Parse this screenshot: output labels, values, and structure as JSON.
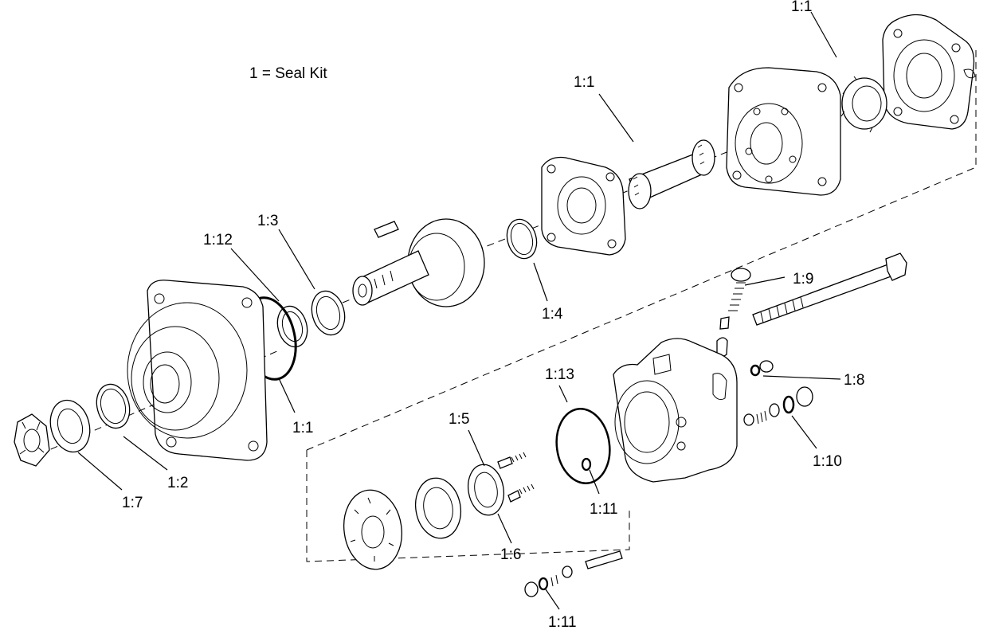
{
  "legend": {
    "text": "1 = Seal Kit"
  },
  "callouts": [
    {
      "id": "c-1-1-top",
      "text": "1:1"
    },
    {
      "id": "c-1-1-rotor",
      "text": "1:1"
    },
    {
      "id": "c-1-3",
      "text": "1:3"
    },
    {
      "id": "c-1-12",
      "text": "1:12"
    },
    {
      "id": "c-1-4",
      "text": "1:4"
    },
    {
      "id": "c-1-9",
      "text": "1:9"
    },
    {
      "id": "c-1-1-housing",
      "text": "1:1"
    },
    {
      "id": "c-1-8",
      "text": "1:8"
    },
    {
      "id": "c-1-13",
      "text": "1:13"
    },
    {
      "id": "c-1-10",
      "text": "1:10"
    },
    {
      "id": "c-1-5",
      "text": "1:5"
    },
    {
      "id": "c-1-11-mid",
      "text": "1:11"
    },
    {
      "id": "c-1-2",
      "text": "1:2"
    },
    {
      "id": "c-1-7",
      "text": "1:7"
    },
    {
      "id": "c-1-6",
      "text": "1:6"
    },
    {
      "id": "c-1-11-bottom",
      "text": "1:11"
    }
  ]
}
